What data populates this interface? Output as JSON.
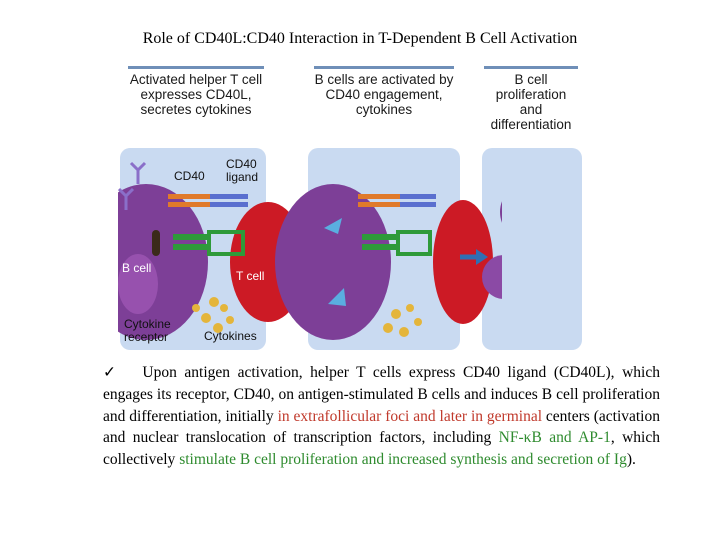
{
  "title": "Role of CD40L:CD40 Interaction in T-Dependent B Cell Activation",
  "panels": [
    {
      "heading": "Activated helper T cell expresses CD40L, secretes cytokines"
    },
    {
      "heading": "B cells are activated by CD40 engagement, cytokines"
    },
    {
      "heading": "B cell proliferation and differentiation"
    }
  ],
  "labels": {
    "cd40": "CD40",
    "cd40_ligand": "CD40 ligand",
    "b_cell": "B cell",
    "t_cell": "T cell",
    "cytokine_receptor": "Cytokine receptor",
    "cytokines": "Cytokines"
  },
  "body": {
    "check": "✓",
    "seg1": "Upon antigen activation, helper T cells express CD40 ligand (CD40L), which engages its receptor, CD40, on antigen-stimulated B cells and induces B cell proliferation and differentiation, initially ",
    "seg2": "in extrafollicular foci and later in germinal",
    "seg3": " centers (activation and nuclear translocation of transcription factors, including ",
    "seg4": "NF-κB and AP-1",
    "seg5": ", which collectively ",
    "seg6": "stimulate B cell proliferation and increased synthesis and secretion of Ig",
    "seg7": ")."
  },
  "colors": {
    "panel_bg": "#c9daf1",
    "b_cell": "#7d3f97",
    "t_cell": "#cc1a25",
    "arrow": "#2f6fb3",
    "red_text": "#c0392b",
    "green_text": "#2e8b2e"
  }
}
